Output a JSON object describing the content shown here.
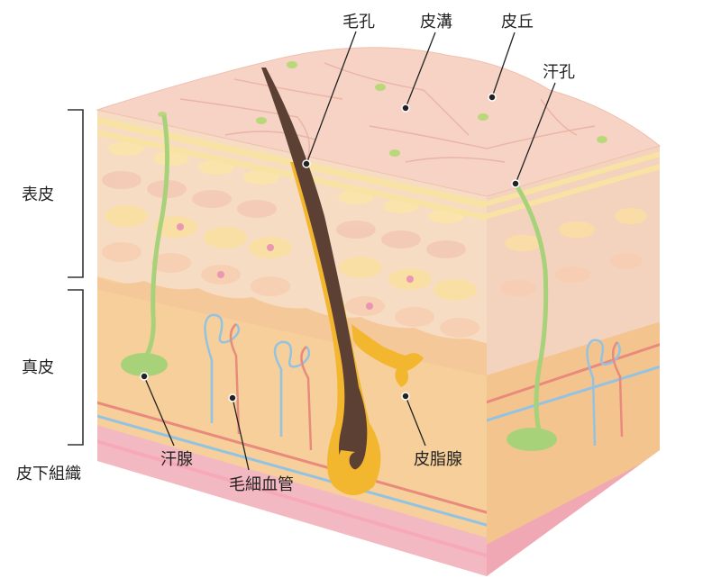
{
  "labels": {
    "pore": "毛孔",
    "sulcus": "皮溝",
    "crista": "皮丘",
    "sweat_pore": "汗孔",
    "sweat_gland": "汗腺",
    "capillary": "毛細血管",
    "sebaceous_gland": "皮脂腺"
  },
  "layers": {
    "epidermis": "表皮",
    "dermis": "真皮",
    "subcutis": "皮下組織"
  },
  "colors": {
    "surface": "#f7d3c5",
    "epidermis": "#f6d7b8",
    "dermis": "#f6cf9a",
    "subcutis": "#f3b9c2",
    "hair": "#5c4033",
    "follicle": "#f3b62f",
    "sweat_duct": "#a8d27a",
    "vein": "#92c3e2",
    "artery": "#e98a7c"
  }
}
